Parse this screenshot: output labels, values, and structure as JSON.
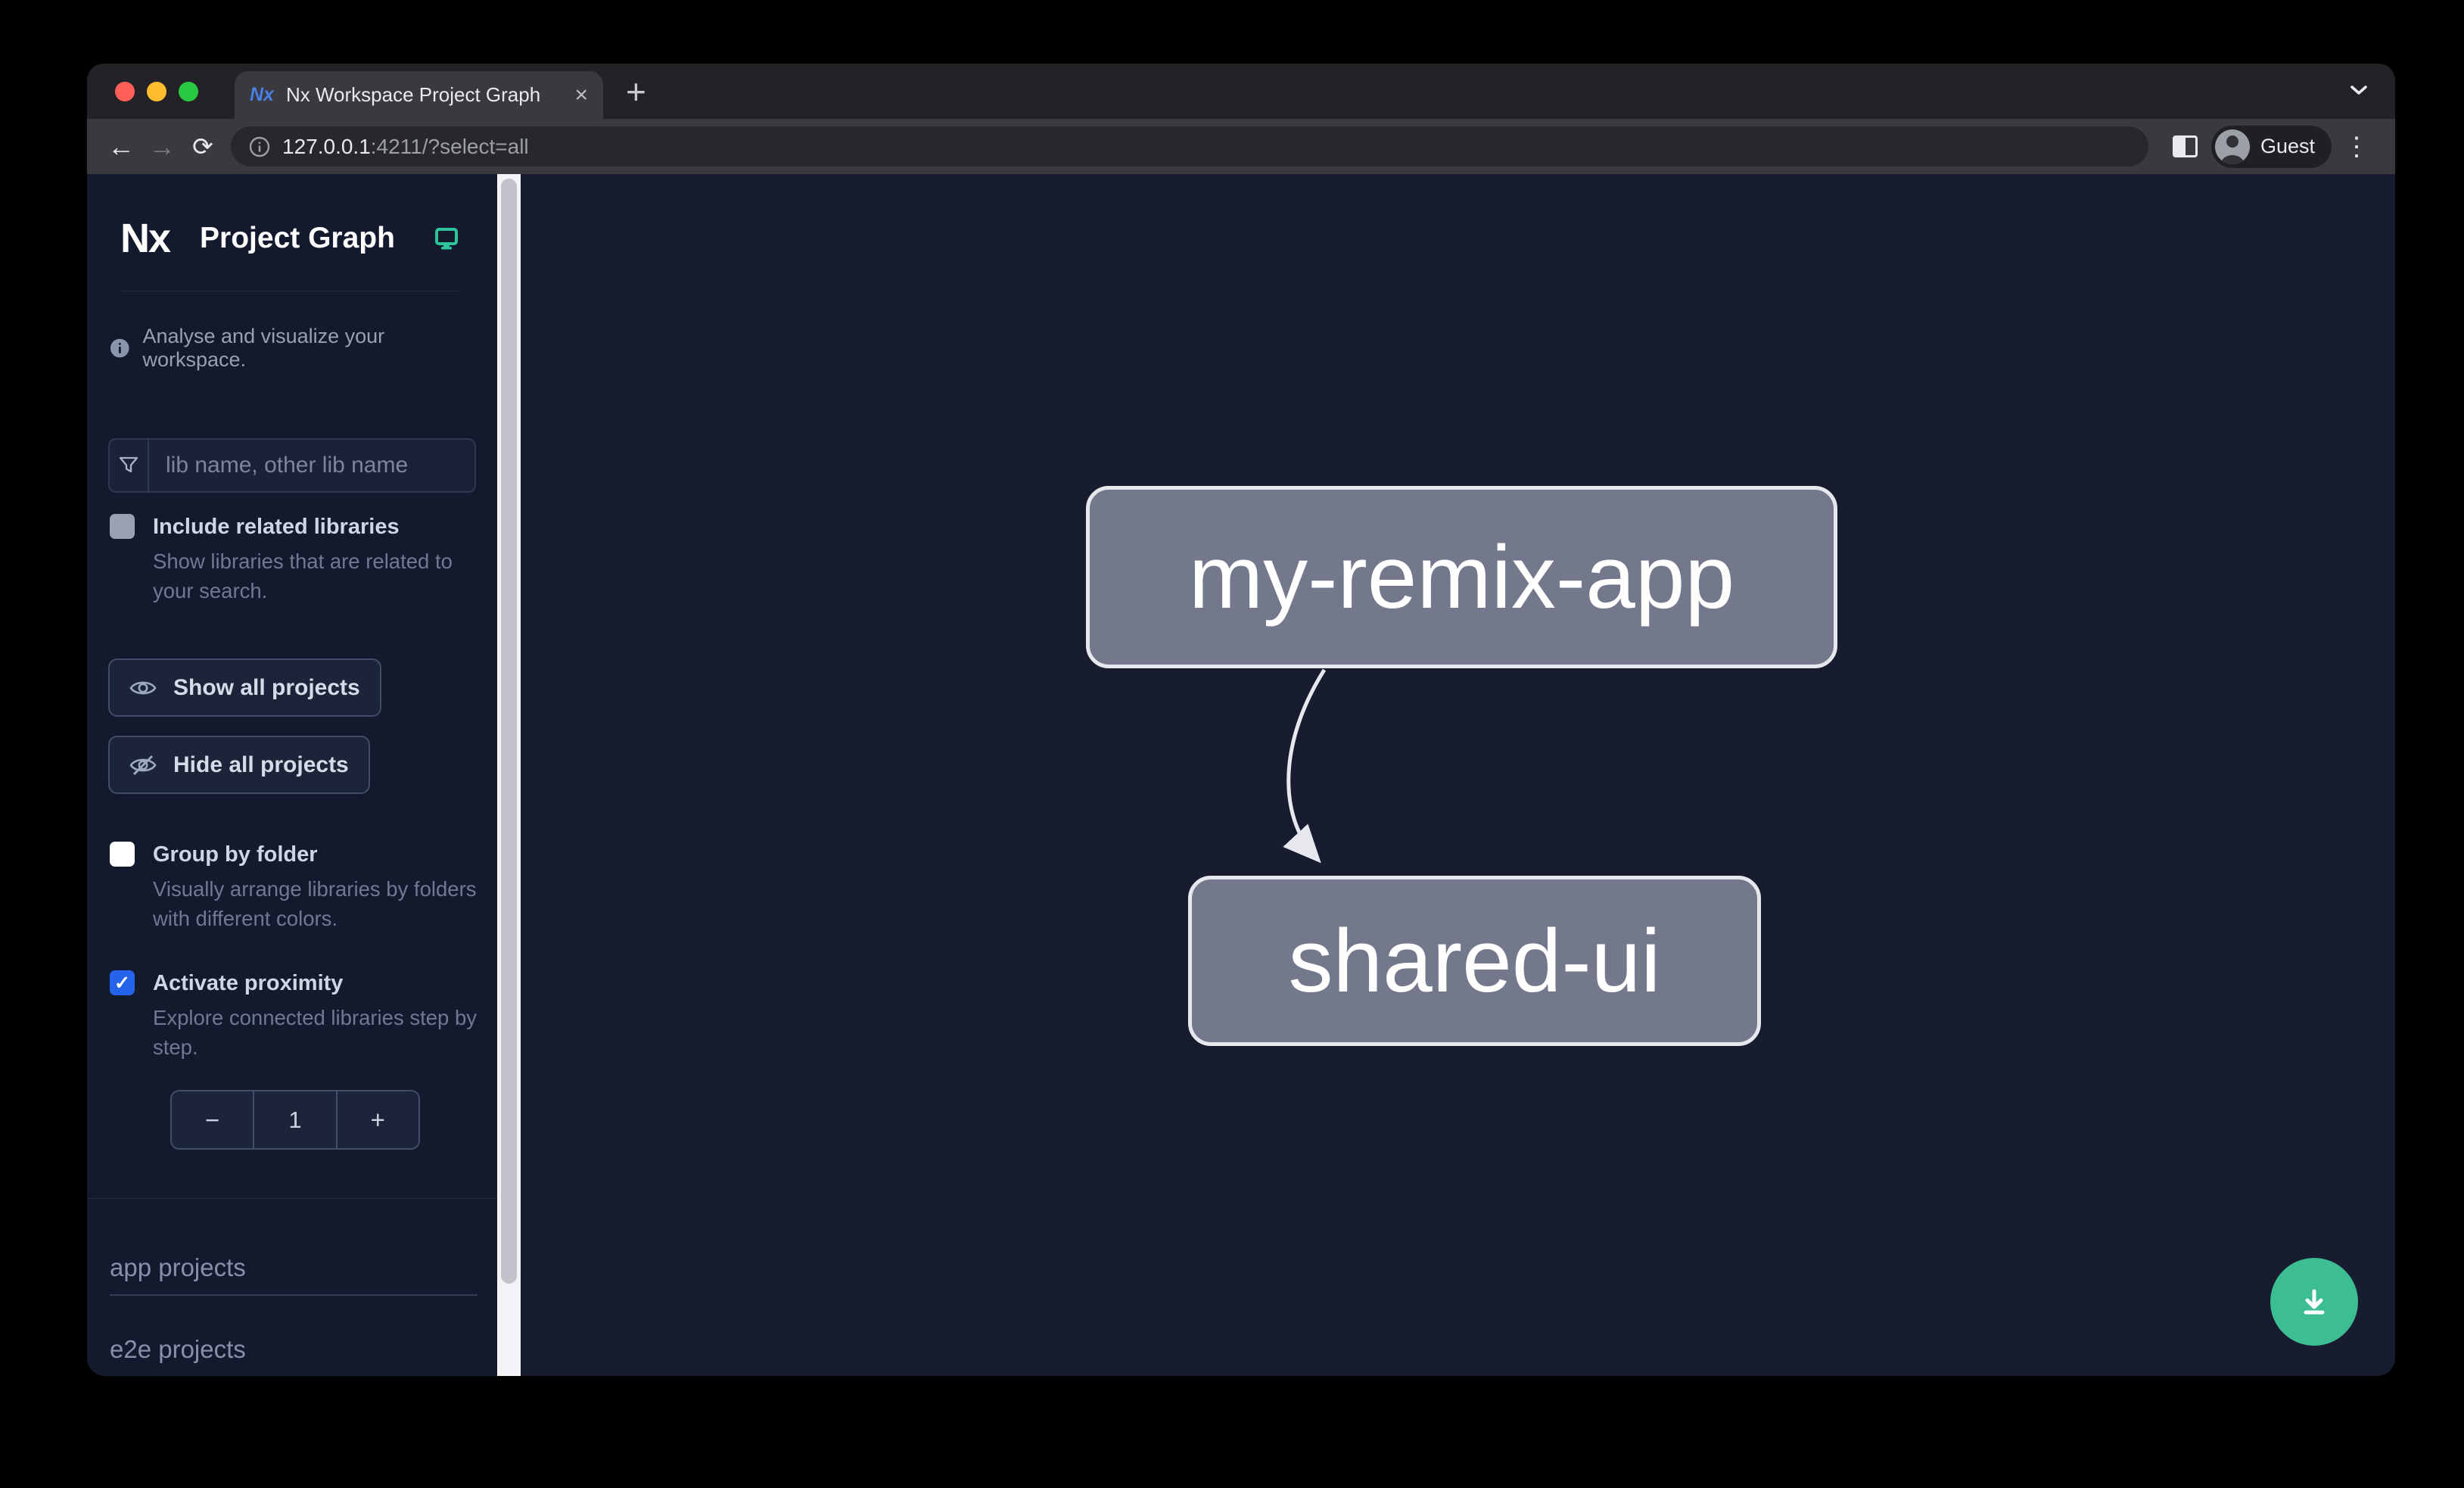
{
  "browser": {
    "tab": {
      "favicon_text": "Nx",
      "title": "Nx Workspace Project Graph",
      "close_glyph": "×",
      "new_tab_glyph": "+"
    },
    "toolbar": {
      "back_glyph": "←",
      "forward_glyph": "→",
      "reload_glyph": "⟳",
      "url_host": "127.0.0.1",
      "url_rest": ":4211/?select=all",
      "profile_label": "Guest",
      "menu_glyph": "⋮"
    }
  },
  "sidebar": {
    "logo_text": "Nx",
    "title": "Project Graph",
    "tagline": "Analyse and visualize your workspace.",
    "search": {
      "placeholder": "lib name, other lib name"
    },
    "check_glyph": "✓",
    "checkboxes": [
      {
        "label": "Include related libraries",
        "description": "Show libraries that are related to your search.",
        "checked": false
      },
      {
        "label": "Group by folder",
        "description": "Visually arrange libraries by folders with different colors.",
        "checked": false
      },
      {
        "label": "Activate proximity",
        "description": "Explore connected libraries step by step.",
        "checked": true
      }
    ],
    "buttons": [
      {
        "label": "Show all projects"
      },
      {
        "label": "Hide all projects"
      }
    ],
    "stepper": {
      "decrement": "−",
      "value": "1",
      "increment": "+"
    },
    "sections": [
      {
        "label": "app projects"
      },
      {
        "label": "e2e projects"
      }
    ]
  },
  "graph": {
    "nodes": [
      {
        "id": "my-remix-app",
        "label": "my-remix-app"
      },
      {
        "id": "shared-ui",
        "label": "shared-ui"
      }
    ],
    "edges": [
      {
        "source": "my-remix-app",
        "target": "shared-ui"
      }
    ]
  },
  "fab": {
    "icon": "download-icon"
  },
  "colors": {
    "accent_blue": "#2563eb",
    "fab_green": "#3dbd92",
    "teal_icon": "#2fc49c",
    "node_fill": "#74788c",
    "node_border": "#e7e8ee",
    "canvas_bg": "#171c30",
    "sidebar_bg": "#141a2d"
  }
}
